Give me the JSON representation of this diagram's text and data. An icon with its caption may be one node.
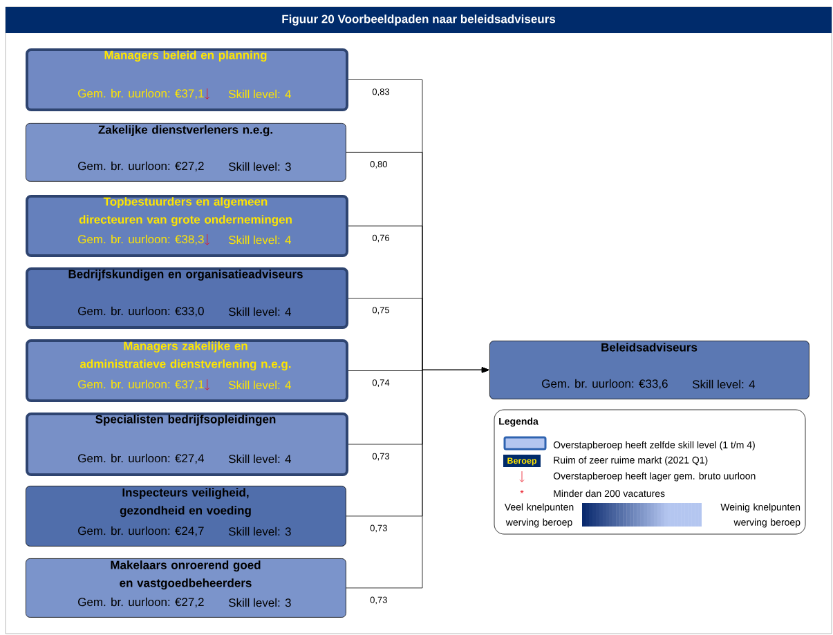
{
  "diagram": {
    "title": "Figuur 20 Voorbeeldpaden naar beleidsadviseurs",
    "nodes": [
      {
        "text": [
          "Managers beleid en planning",
          "Gem. br. uurloon: €37,1",
          "Skill level: 4"
        ]
      },
      {
        "text": [
          "Zakelijke dienstverleners n.e.g.",
          "Gem. br. uurloon: €27,2",
          "Skill level: 3"
        ]
      },
      {
        "text": [
          "Topbestuurders en algemeen directeuren van grote ondernemingen",
          "Gem. br. uurloon: €38,3",
          "Skill level: 4"
        ]
      },
      {
        "text": [
          "Bedrijfskundigen en organisatieadviseurs",
          "Gem. br. uurloon: €33,0",
          "Skill level: 4"
        ]
      },
      {
        "text": [
          "Managers zakelijke en administratieve dienstverlening n.e.g.",
          "Gem. br. uurloon: €37,1",
          "Skill level: 4"
        ]
      },
      {
        "text": [
          "Specialisten bedrijfsopleidingen",
          "Gem. br. uurloon: €27,4",
          "Skill level: 4"
        ]
      },
      {
        "text": [
          "Inspecteurs veiligheid, gezondheid en voeding",
          "Gem. br. uurloon: €24,7",
          "Skill level: 3"
        ]
      },
      {
        "text": [
          "Makelaars onroerend goed en vastgoedbeheerders",
          "Gem. br. uurloon: €27,2",
          "Skill level: 3"
        ]
      },
      {
        "text": [
          "Beleidsadviseurs",
          "Gem. br. uurloon: €33,6",
          "Skill level: 4"
        ]
      }
    ],
    "edges": [
      {
        "from": 0,
        "to": 8,
        "arrow": "to",
        "label": "0,83"
      },
      {
        "from": 1,
        "to": 8,
        "arrow": "to",
        "label": "0,80"
      },
      {
        "from": 2,
        "to": 8,
        "arrow": "to",
        "label": "0,76"
      },
      {
        "from": 3,
        "to": 8,
        "arrow": "to",
        "label": "0,75"
      },
      {
        "from": 4,
        "to": 8,
        "arrow": "to",
        "label": "0,74"
      },
      {
        "from": 5,
        "to": 8,
        "arrow": "to",
        "label": "0,73"
      },
      {
        "from": 6,
        "to": 8,
        "arrow": "to",
        "label": "0,73"
      },
      {
        "from": 7,
        "to": 8,
        "arrow": "to",
        "label": "0,73"
      }
    ],
    "labels": [
      "Legenda",
      "Beroep",
      "*",
      "Veel knelpunten werving beroep",
      "Weinig knelpunten werving beroep"
    ],
    "legend": [
      {
        "text": "Overstapberoep heeft zelfde skill level (1 t/m 4)"
      },
      {
        "text": "Ruim of zeer ruime markt (2021 Q1)"
      },
      {
        "text": "Overstapberoep heeft lager gem. bruto uurloon"
      },
      {
        "text": "Minder dan 200 vacatures"
      }
    ]
  }
}
